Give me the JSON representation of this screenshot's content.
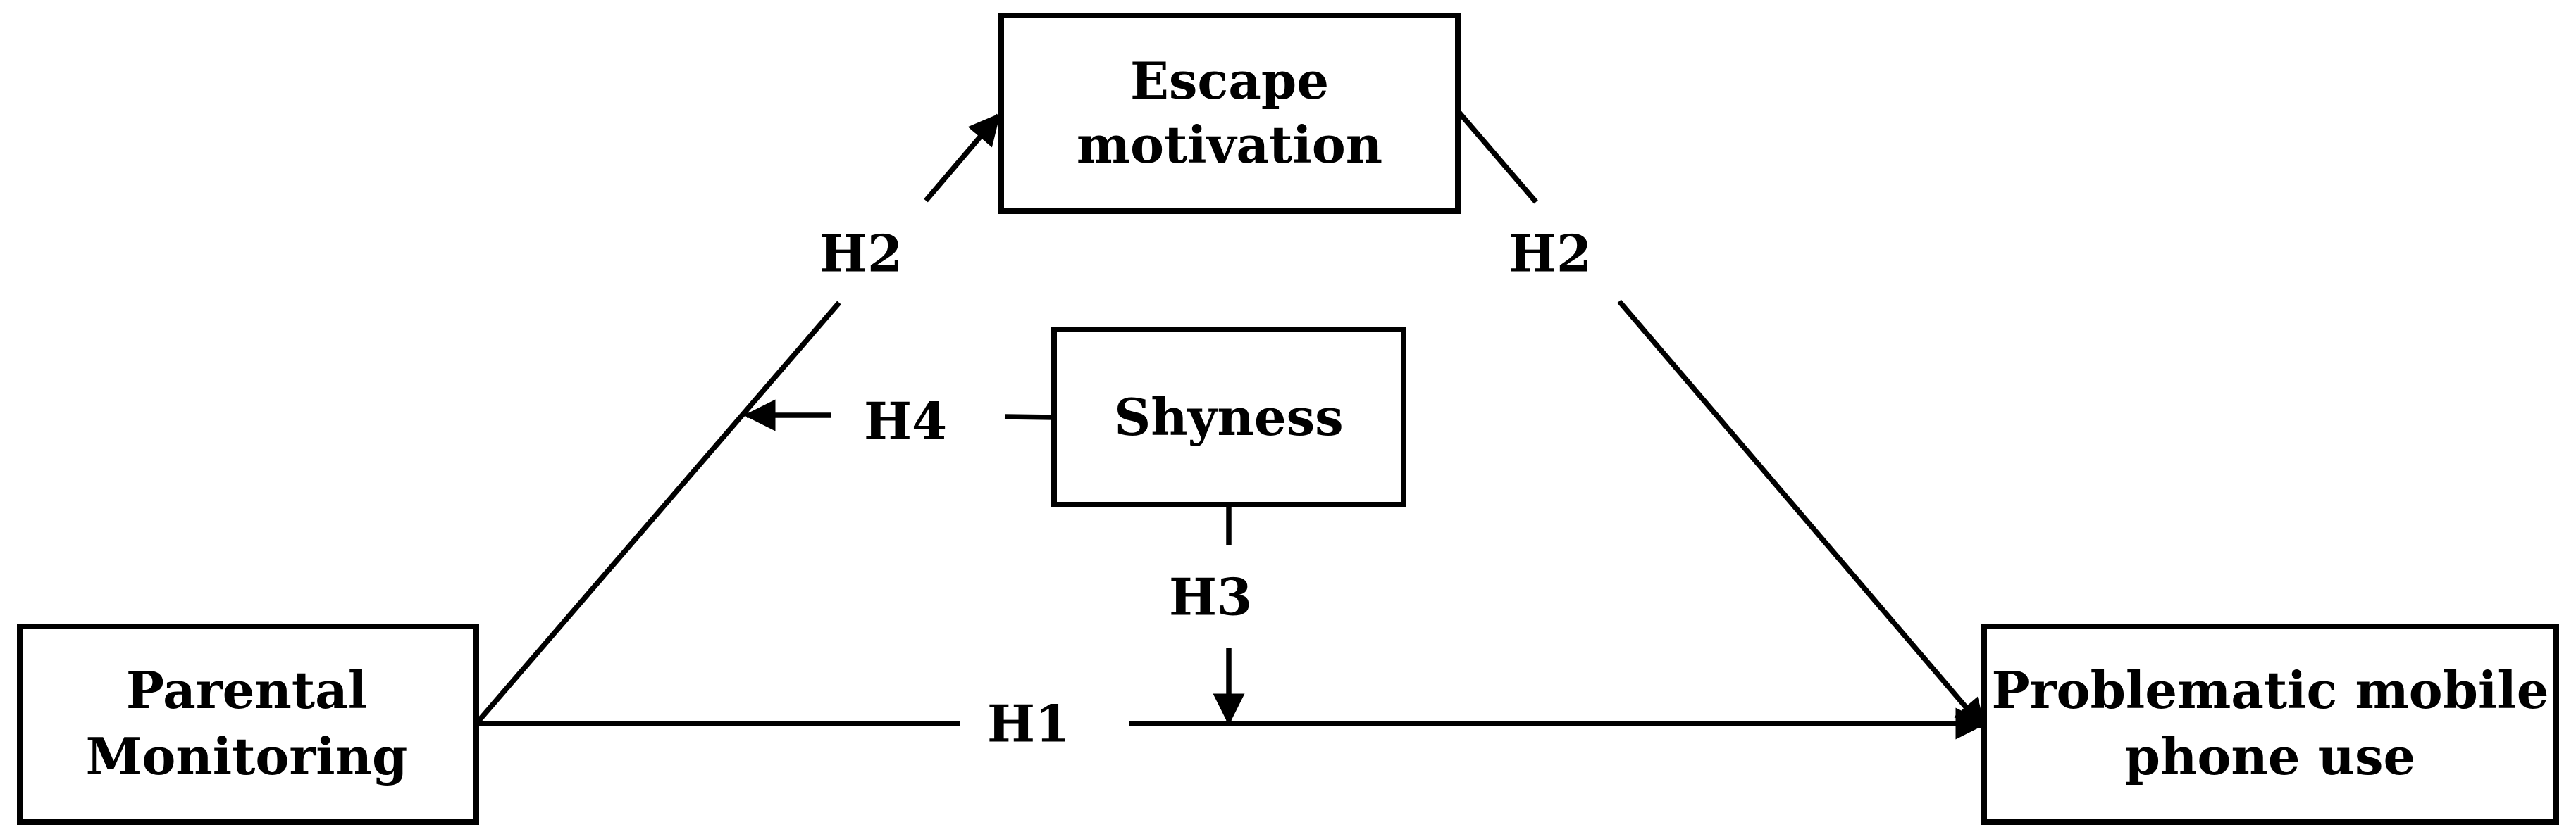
{
  "nodes": {
    "escape": {
      "lines": [
        "Escape",
        "motivation"
      ]
    },
    "shyness": {
      "lines": [
        "Shyness"
      ]
    },
    "parental": {
      "lines": [
        "Parental",
        "Monitoring"
      ]
    },
    "problematic": {
      "lines": [
        "Problematic mobile",
        "phone use"
      ]
    }
  },
  "paths": {
    "h1": "H1",
    "h2_left": "H2",
    "h2_right": "H2",
    "h3": "H3",
    "h4": "H4"
  },
  "colors": {
    "stroke": "#000000",
    "background": "#ffffff"
  }
}
